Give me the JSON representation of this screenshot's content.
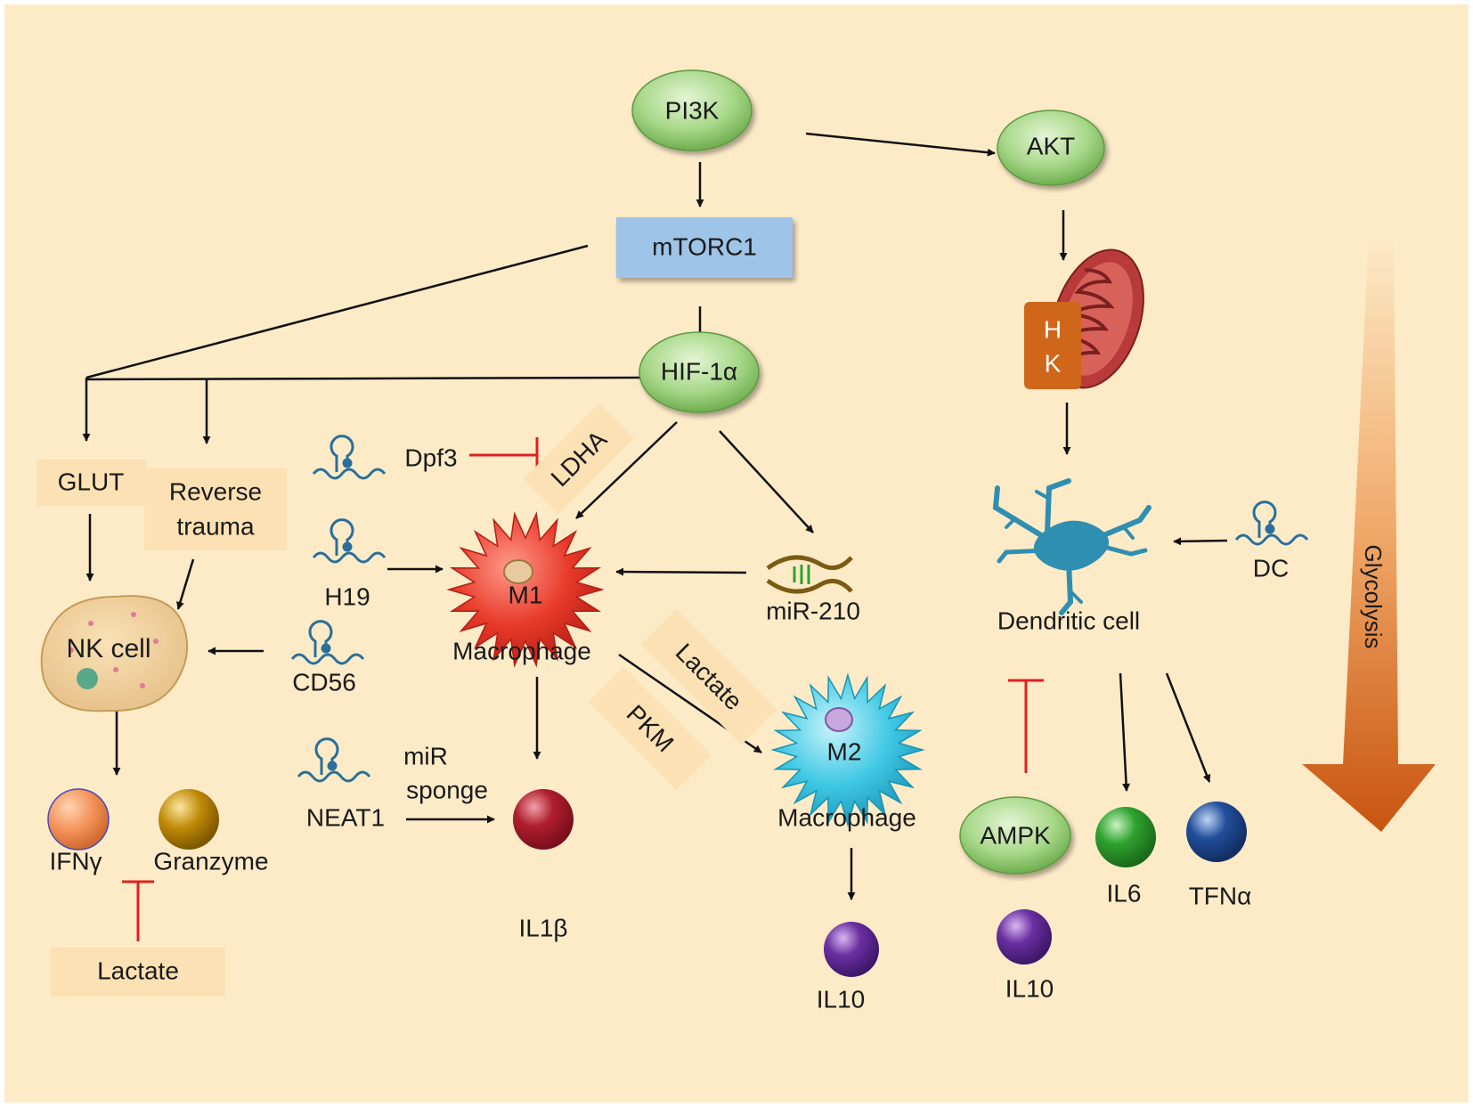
{
  "colors": {
    "background": "#fdebc8",
    "label_box": "#fbe1b3",
    "node_green": "#a8d88a",
    "mtorc1_box": "#9ec4e8",
    "inhibit_red": "#e02020",
    "arrow": "#111111",
    "m1_cell": "#e83a2a",
    "m2_cell": "#3fc8e4",
    "dendritic_cell": "#2f8fb0",
    "il1b": "#b01e2e",
    "il10": "#6a2fa0",
    "il6": "#2fa22f",
    "tnfa": "#214e9a",
    "ifng": "#f4935a",
    "granzyme": "#c08a08",
    "mitochondrion": "#b83a3a",
    "hk": "#d0661a",
    "glycolysis_arrow_top": "#fbe1b8",
    "glycolysis_arrow_bottom": "#c8540f"
  },
  "nodes": {
    "pi3k": "PI3K",
    "akt": "AKT",
    "mtorc1": "mTORC1",
    "hif1a": "HIF-1α",
    "ampk": "AMPK",
    "hk_h": "H",
    "hk_k": "K"
  },
  "labels": {
    "glut": "GLUT",
    "reverse_trauma_1": "Reverse",
    "reverse_trauma_2": "trauma",
    "ldha": "LDHA",
    "dpf3": "Dpf3",
    "h19": "H19",
    "cd56": "CD56",
    "nk_cell": "NK cell",
    "neat1": "NEAT1",
    "mir_sponge_1": "miR",
    "mir_sponge_2": "sponge",
    "m1": "M1",
    "m1_macrophage": "Macrophage",
    "mir210": "miR-210",
    "lactate_center": "Lactate",
    "pkm": "PKM",
    "m2": "M2",
    "m2_macrophage": "Macrophage",
    "ifng": "IFNγ",
    "granzyme": "Granzyme",
    "lactate_bottom": "Lactate",
    "il1b": "IL1β",
    "il10_m2": "IL10",
    "il10_dc": "IL10",
    "il6": "IL6",
    "tnfa": "TFNα",
    "dendritic_cell": "Dendritic cell",
    "dc": "DC",
    "glycolysis": "Glycolysis"
  }
}
